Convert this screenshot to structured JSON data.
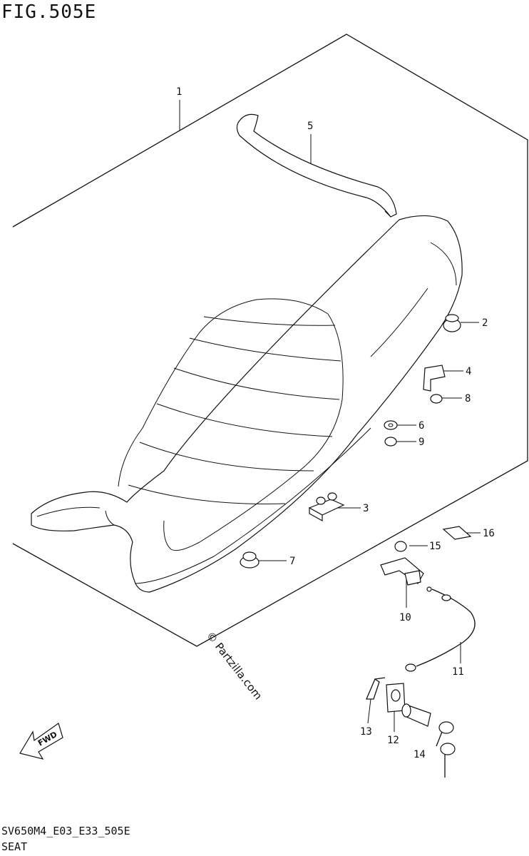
{
  "figure": {
    "title": "FIG.505E",
    "code": "SV650M4_E03_E33_505E",
    "name": "SEAT",
    "watermark": "© Partzilla.com",
    "fwd": "FWD"
  },
  "callouts": [
    {
      "id": "1",
      "label": "1"
    },
    {
      "id": "2",
      "label": "2"
    },
    {
      "id": "3",
      "label": "3"
    },
    {
      "id": "4",
      "label": "4"
    },
    {
      "id": "5",
      "label": "5"
    },
    {
      "id": "6",
      "label": "6"
    },
    {
      "id": "7",
      "label": "7"
    },
    {
      "id": "8",
      "label": "8"
    },
    {
      "id": "9",
      "label": "9"
    },
    {
      "id": "10",
      "label": "10"
    },
    {
      "id": "11",
      "label": "11"
    },
    {
      "id": "12",
      "label": "12"
    },
    {
      "id": "13",
      "label": "13"
    },
    {
      "id": "14",
      "label": "14"
    },
    {
      "id": "15",
      "label": "15"
    },
    {
      "id": "16",
      "label": "16"
    }
  ]
}
